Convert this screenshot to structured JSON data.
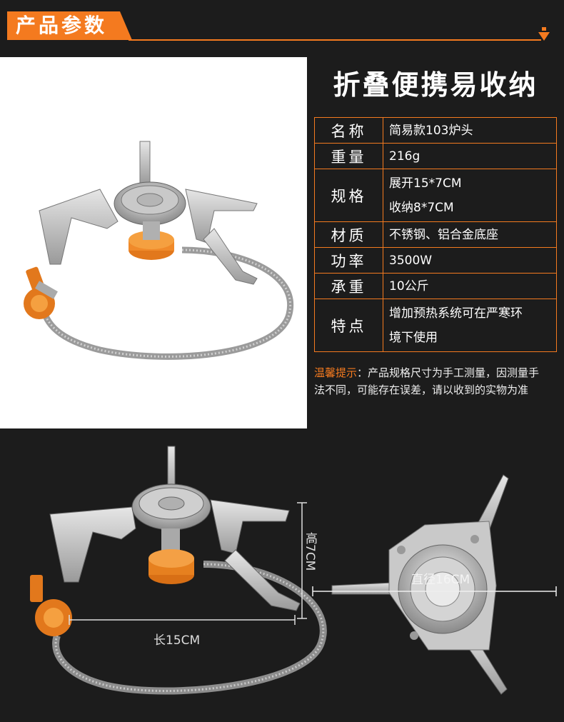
{
  "header": {
    "title": "产品参数"
  },
  "feature_title": "折叠便携易收纳",
  "specs": [
    {
      "label": "名称",
      "value": [
        "简易款103炉头"
      ]
    },
    {
      "label": "重量",
      "value": [
        "216g"
      ]
    },
    {
      "label": "规格",
      "value": [
        "展开15*7CM",
        "收纳8*7CM"
      ]
    },
    {
      "label": "材质",
      "value": [
        "不锈钢、铝合金底座"
      ]
    },
    {
      "label": "功率",
      "value": [
        "3500W"
      ]
    },
    {
      "label": "承重",
      "value": [
        "10公斤"
      ]
    },
    {
      "label": "特点",
      "value": [
        "增加预热系统可在严寒环",
        "境下使用"
      ]
    }
  ],
  "tip": {
    "label": "温馨提示",
    "text": "：产品规格尺寸为手工测量，因测量手法不同，可能存在误差，请以收到的实物为准"
  },
  "dimensions": {
    "height": "高7CM",
    "length": "长15CM",
    "diameter": "直径16CM"
  },
  "colors": {
    "accent": "#f47a1f",
    "background": "#1c1c1c"
  }
}
